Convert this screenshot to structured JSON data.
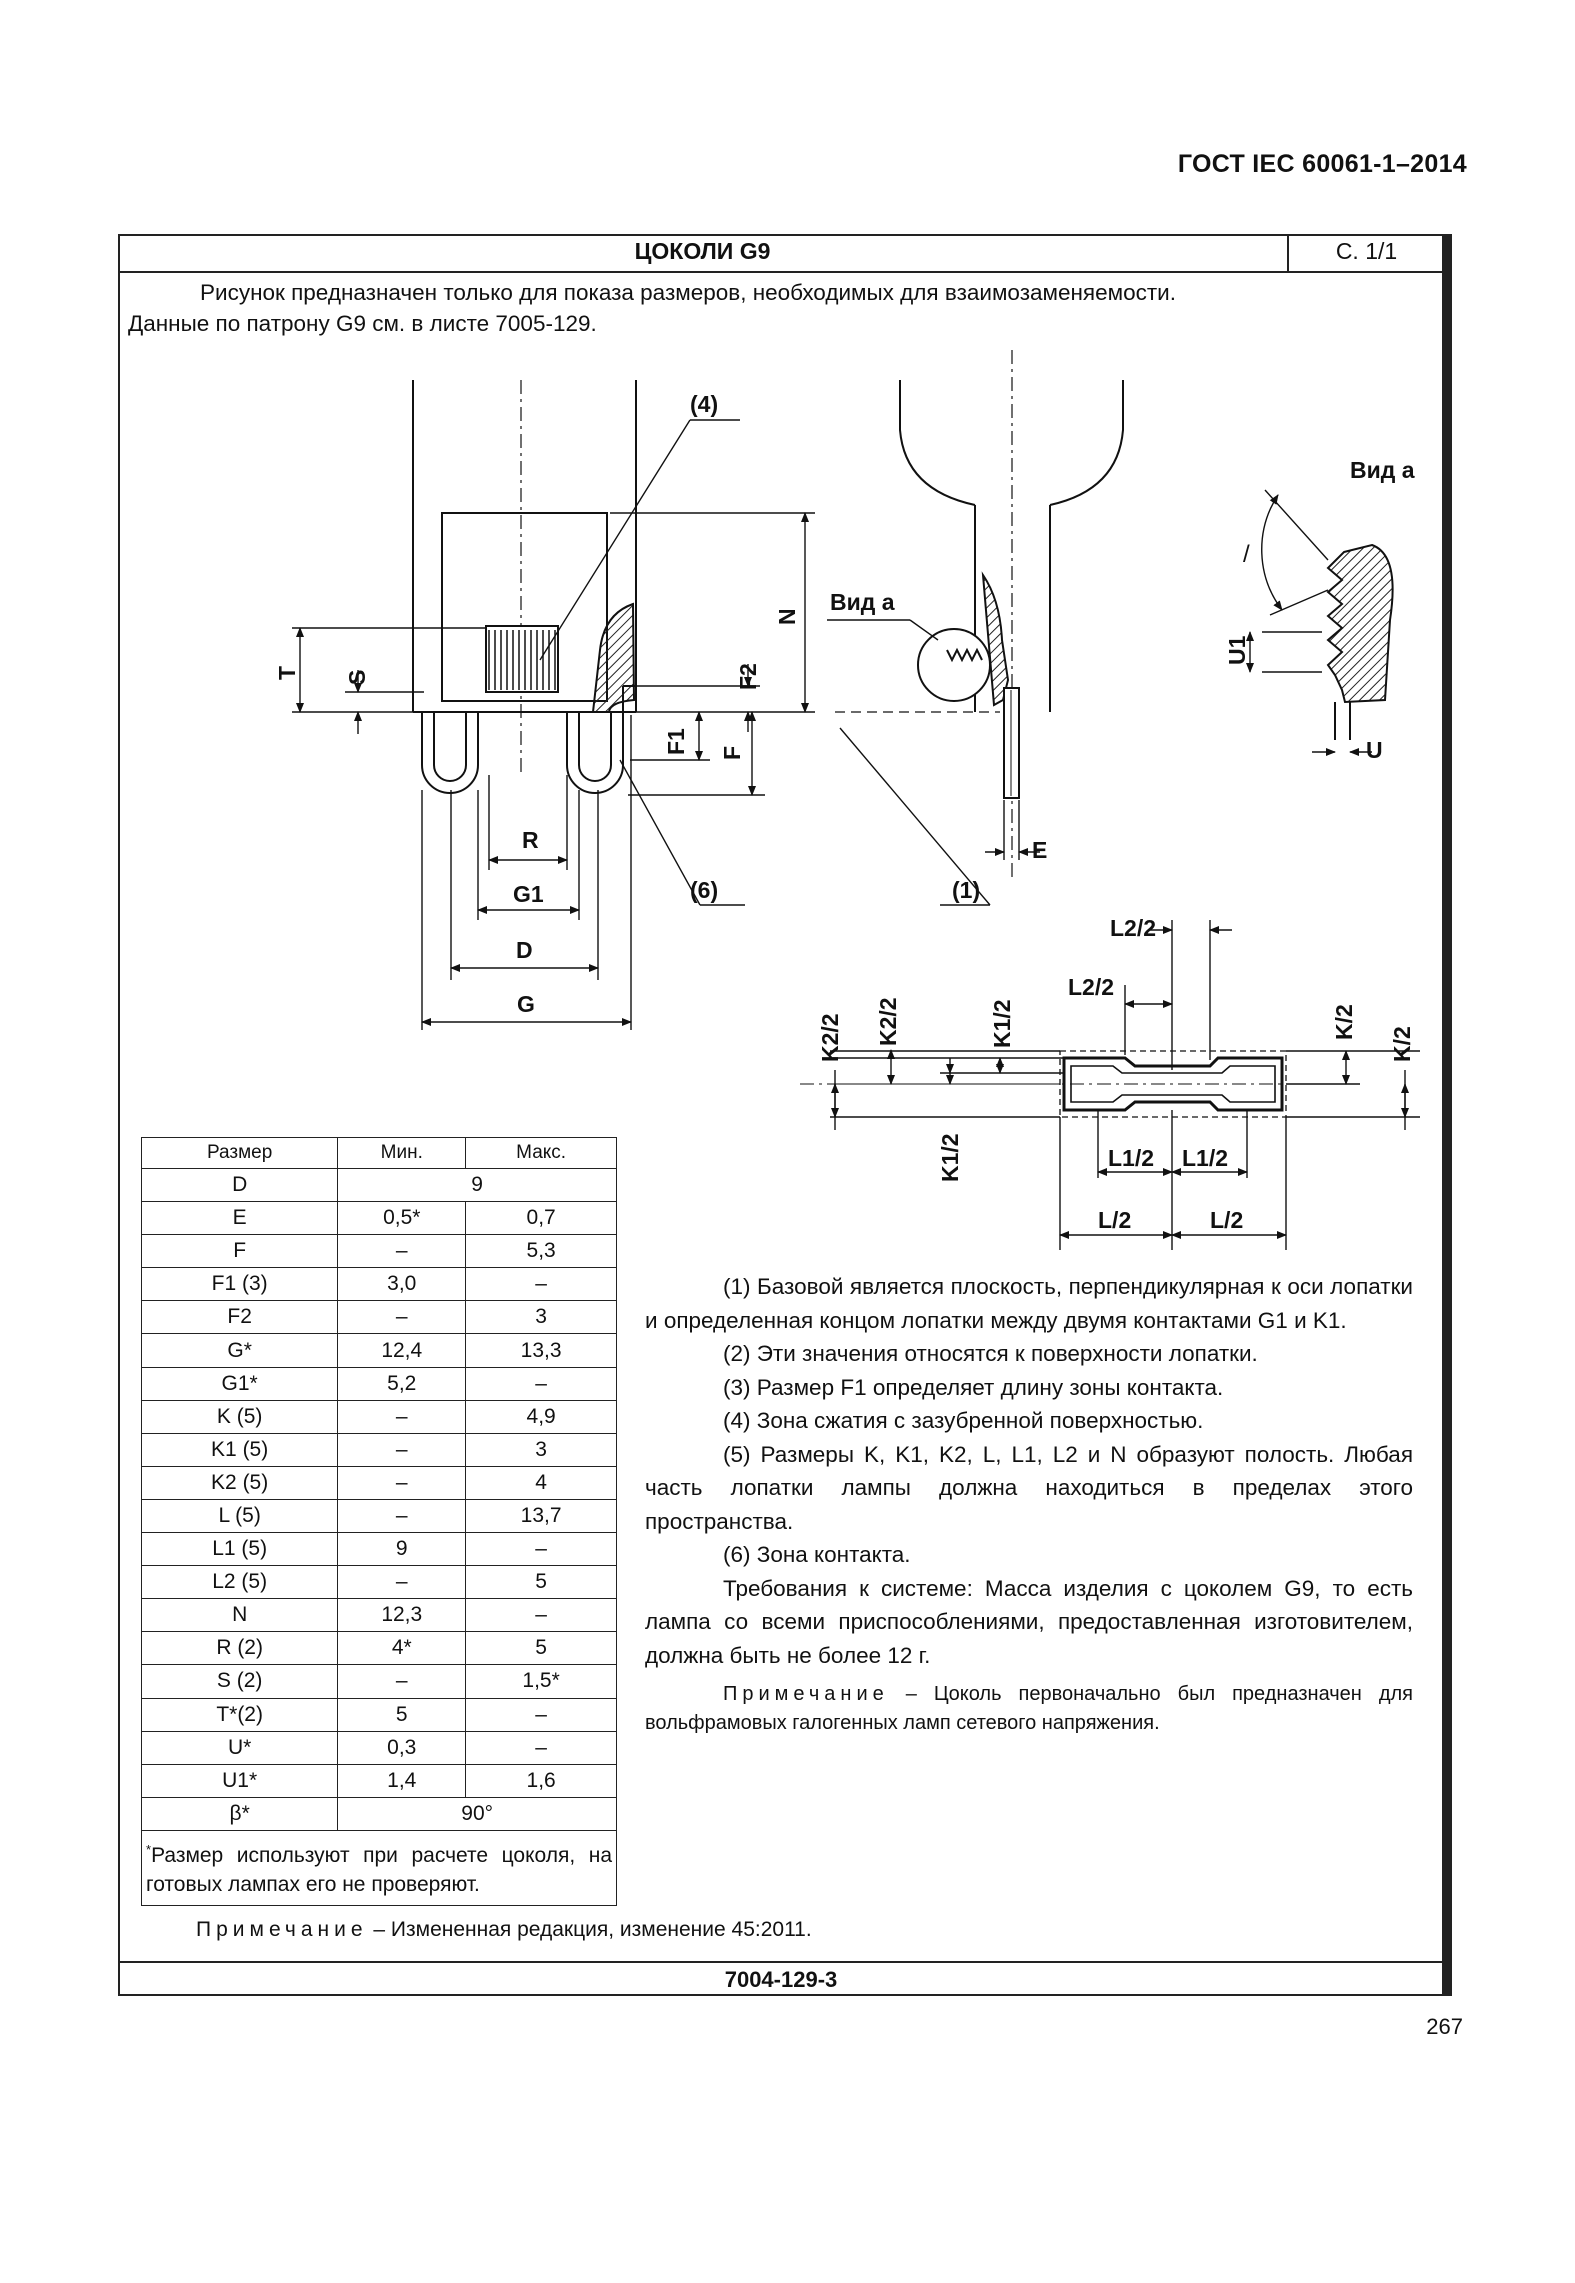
{
  "header": {
    "standard": "ГОСТ IEC 60061-1–2014",
    "title": "ЦОКОЛИ G9",
    "sheet": "С. 1/1"
  },
  "intro": {
    "line1": "Рисунок предназначен только для показа размеров, необходимых для взаимозаменяемости.",
    "line2": "Данные по патрону G9 см. в листе 7005-129."
  },
  "figure": {
    "labels": {
      "callout4": "(4)",
      "callout6": "(6)",
      "callout1": "(1)",
      "view_a": "Вид а",
      "view_a_detail": "Вид а",
      "T": "T",
      "S": "S",
      "N": "N",
      "F2": "F2",
      "F1": "F1",
      "F": "F",
      "R": "R",
      "G1": "G1",
      "D": "D",
      "G": "G",
      "E": "E",
      "U1": "U1",
      "U": "U",
      "L2_2a": "L2/2",
      "L2_2b": "L2/2",
      "K2_2a": "K2/2",
      "K2_2b": "K2/2",
      "K1_2a": "K1/2",
      "K1_2b": "K1/2",
      "K_2a": "K/2",
      "K_2b": "K/2",
      "L1_2a": "L1/2",
      "L1_2b": "L1/2",
      "L_2a": "L/2",
      "L_2b": "L/2"
    }
  },
  "table": {
    "headers": [
      "Размер",
      "Мин.",
      "Макс."
    ],
    "rows": [
      {
        "name": "D",
        "span": "9"
      },
      {
        "name": "E",
        "min": "0,5*",
        "max": "0,7"
      },
      {
        "name": "F",
        "min": "–",
        "max": "5,3"
      },
      {
        "name": "F1 (3)",
        "min": "3,0",
        "max": "–"
      },
      {
        "name": "F2",
        "min": "–",
        "max": "3"
      },
      {
        "name": "G*",
        "min": "12,4",
        "max": "13,3"
      },
      {
        "name": "G1*",
        "min": "5,2",
        "max": "–"
      },
      {
        "name": "K (5)",
        "min": "–",
        "max": "4,9"
      },
      {
        "name": "K1 (5)",
        "min": "–",
        "max": "3"
      },
      {
        "name": "K2 (5)",
        "min": "–",
        "max": "4"
      },
      {
        "name": "L (5)",
        "min": "–",
        "max": "13,7"
      },
      {
        "name": "L1 (5)",
        "min": "9",
        "max": "–"
      },
      {
        "name": "L2 (5)",
        "min": "–",
        "max": "5"
      },
      {
        "name": "N",
        "min": "12,3",
        "max": "–"
      },
      {
        "name": "R (2)",
        "min": "4*",
        "max": "5"
      },
      {
        "name": "S (2)",
        "min": "–",
        "max": "1,5*"
      },
      {
        "name": "T*(2)",
        "min": "5",
        "max": "–"
      },
      {
        "name": "U*",
        "min": "0,3",
        "max": "–"
      },
      {
        "name": "U1*",
        "min": "1,4",
        "max": "1,6"
      },
      {
        "name": "β*",
        "span": "90°"
      }
    ],
    "footnote_mark": "*",
    "footnote": "Размер используют при расчете цоколя, на готовых лампах его не проверяют."
  },
  "notes": {
    "n1": "(1) Базовой является плоскость, перпендикулярная к оси лопатки и определенная концом лопатки между двумя контактами G1 и K1.",
    "n2": "(2) Эти значения относятся к поверхности лопатки.",
    "n3": "(3) Размер F1 определяет длину зоны контакта.",
    "n4": "(4) Зона сжатия с зазубренной поверхностью.",
    "n5": "(5) Размеры K, K1, K2, L, L1, L2 и N образуют полость. Любая часть лопатки лампы должна находиться в пределах этого пространства.",
    "n6": "(6) Зона контакта.",
    "system": "Требования к системе: Масса изделия с цоколем G9, то есть лампа со всеми приспособлениями, предоставленная изготовителем, должна быть не более 12 г.",
    "note_label": "Примечание",
    "note_text": " – Цоколь первоначально был предназначен для вольфрамовых галогенных ламп сетевого напряжения."
  },
  "bottom_note": {
    "label": "Примечание",
    "text": " – Измененная редакция, изменение 45:2011."
  },
  "footer": {
    "code": "7004-129-3",
    "page_number": "267"
  }
}
